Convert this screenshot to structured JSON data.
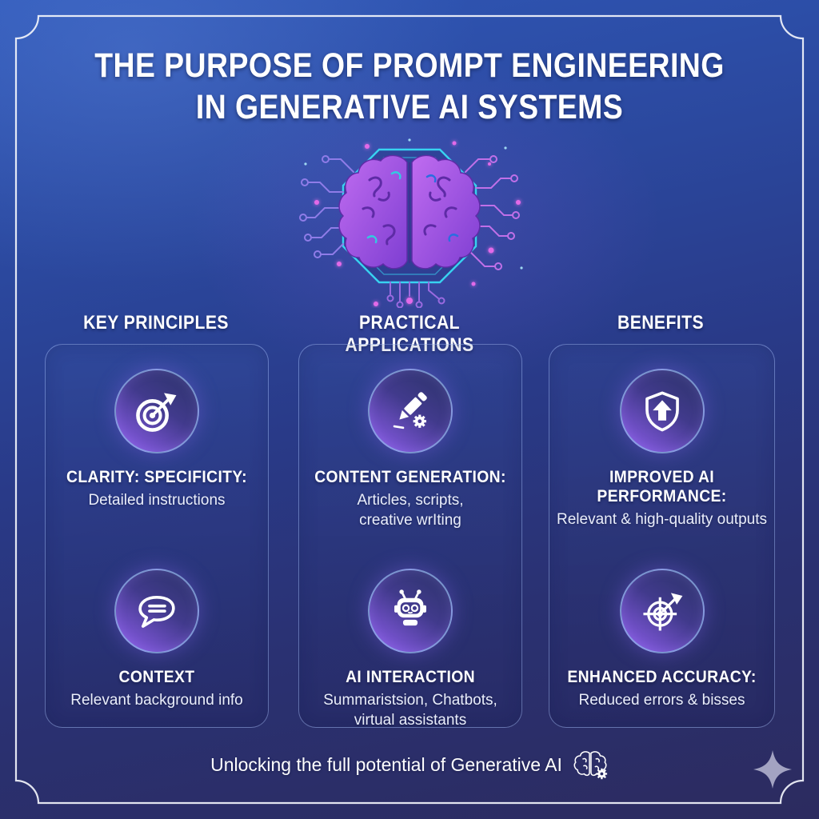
{
  "title": {
    "line1": "THE PURPOSE OF PROMPT ENGINEERING",
    "line2": "IN GENERATIVE AI SYSTEMS"
  },
  "center_graphic": {
    "icon": "brain-chip-icon"
  },
  "columns": [
    {
      "header": "KEY PRINCIPLES",
      "items": [
        {
          "icon": "target-arrow-icon",
          "title": "CLARITY: SPECIFICITY:",
          "subtitle": "Detailed instructions"
        },
        {
          "icon": "speech-bubble-icon",
          "title": "CONTEXT",
          "subtitle": "Relevant background info"
        }
      ]
    },
    {
      "header": "PRACTICAL APPLICATIONS",
      "items": [
        {
          "icon": "pen-gear-icon",
          "title": "CONTENT GENERATION:",
          "subtitle": "Articles, scripts,\ncreative wrIting"
        },
        {
          "icon": "robot-icon",
          "title": "AI INTERACTION",
          "subtitle": "Summaristsion, Chatbots,\nvirtual assistants"
        }
      ]
    },
    {
      "header": "BENEFITS",
      "items": [
        {
          "icon": "shield-up-arrow-icon",
          "title": "IMPROVED AI PERFORMANCE:",
          "subtitle": "Relevant & high-quality outputs"
        },
        {
          "icon": "crosshair-dart-icon",
          "title": "ENHANCED ACCURACY:",
          "subtitle": "Reduced errors & bisses"
        }
      ]
    }
  ],
  "footer": {
    "text": "Unlocking the full potential of Generative AI",
    "icon": "brain-gear-icon"
  },
  "decor": {
    "corner_icon": "sparkle-icon",
    "frame": "decorative-frame"
  },
  "colors": {
    "background_top": "#2f58b8",
    "background_bottom": "#2c2b5f",
    "accent_cyan": "#38d2f0",
    "accent_purple": "#8a46d6",
    "accent_magenta": "#e26ae8",
    "icon_circle_purple": "#7b55d4",
    "text": "#ffffff",
    "sparkle": "#a3a3c2"
  }
}
